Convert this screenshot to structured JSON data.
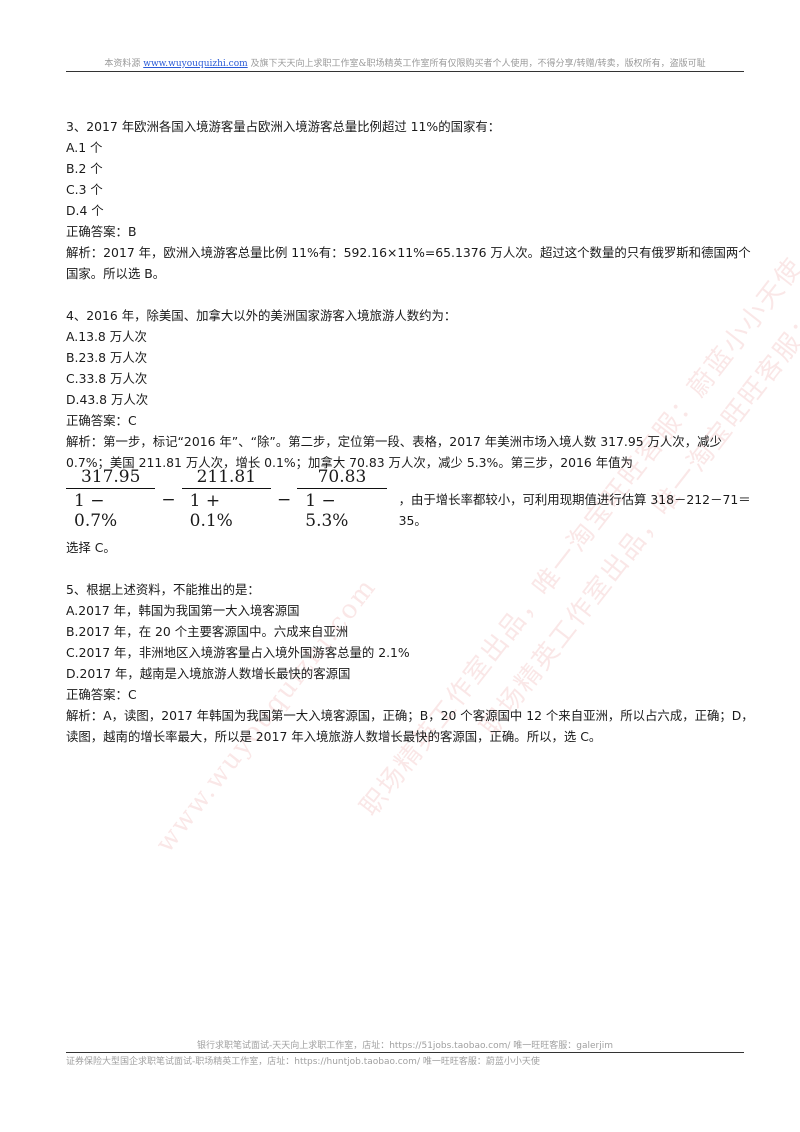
{
  "header": {
    "prefix": "本资料源",
    "link": "www.wuyouquizhi.com",
    "suffix": "及旗下天天向上求职工作室&职场精英工作室所有仅限购买者个人使用，不得分享/转赠/转卖，版权所有，盗版可耻"
  },
  "q3": {
    "title": "3、2017 年欧洲各国入境游客量占欧洲入境游客总量比例超过 11%的国家有：",
    "options": [
      "A.1 个",
      "B.2 个",
      "C.3 个",
      "D.4 个"
    ],
    "answer": "正确答案：B",
    "analysis": "解析：2017 年，欧洲入境游客总量比例 11%有：592.16×11%=65.1376 万人次。超过这个数量的只有俄罗斯和德国两个国家。所以选 B。"
  },
  "q4": {
    "title": "4、2016 年，除美国、加拿大以外的美洲国家游客入境旅游人数约为：",
    "options": [
      "A.13.8 万人次",
      "B.23.8 万人次",
      "C.33.8 万人次",
      "D.43.8 万人次"
    ],
    "answer": "正确答案：C",
    "analysis": "解析：第一步，标记“2016 年”、“除”。第二步，定位第一段、表格，2017 年美洲市场入境人数 317.95 万人次，减少 0.7%；美国 211.81 万人次，增长 0.1%；加拿大 70.83 万人次，减少 5.3%。第三步，2016 年值为",
    "formula": {
      "frac1_num": "317.95",
      "frac1_den": "1 − 0.7%",
      "minus": "−",
      "frac2_num": "211.81",
      "frac2_den": "1 + 0.1%",
      "frac3_num": "70.83",
      "frac3_den": "1 − 5.3%"
    },
    "formula_tail": "，由于增长率都较小，可利用现期值进行估算 318－212－71＝35。",
    "conclusion": "选择 C。"
  },
  "q5": {
    "title": "5、根据上述资料，不能推出的是：",
    "options": [
      "A.2017 年，韩国为我国第一大入境客源国",
      "B.2017 年，在 20 个主要客源国中。六成来自亚洲",
      "C.2017 年，非洲地区入境游客量占入境外国游客总量的 2.1%",
      "D.2017 年，越南是入境旅游人数增长最快的客源国"
    ],
    "answer": "正确答案：C",
    "analysis": "解析：A，读图，2017 年韩国为我国第一大入境客源国，正确；B，20 个客源国中 12 个来自亚洲，所以占六成，正确；D，读图，越南的增长率最大，所以是 2017 年入境旅游人数增长最快的客源国，正确。所以，选 C。"
  },
  "footer": {
    "line1": "银行求职笔试面试-天天向上求职工作室，店址：https://51jobs.taobao.com/ 唯一旺旺客服：galerjim",
    "line2": "证券保险大型国企求职笔试面试-职场精英工作室，店址：https://huntjob.taobao.com/ 唯一旺旺客服：蔚蓝小小天使"
  },
  "watermarks": [
    "www.wuyouquizhi.com",
    "职场精英工作室出品，唯一淘宝旺旺客服：蔚蓝小小天使",
    "职场精英工作室出品，唯一淘宝旺旺客服：蔚蓝小小天使"
  ]
}
